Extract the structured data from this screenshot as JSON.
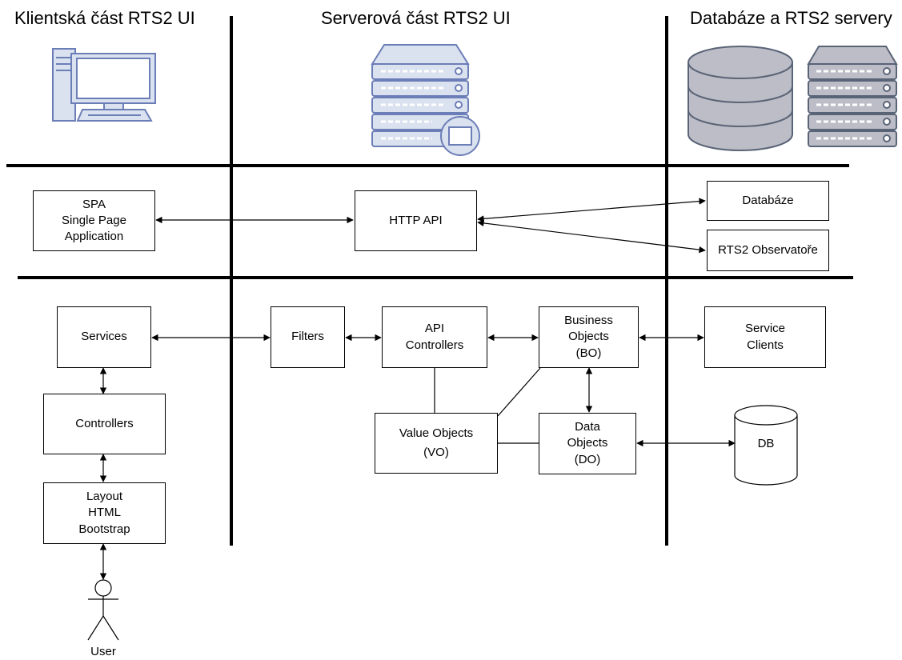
{
  "columns": {
    "client": "Klientská část RTS2 UI",
    "server": "Serverová část RTS2 UI",
    "db": "Databáze a RTS2 servery"
  },
  "boxes": {
    "spa": "SPA\nSingle Page\nApplication",
    "http_api": "HTTP API",
    "databaze": "Databáze",
    "observatore": "RTS2 Observatoře",
    "services": "Services",
    "controllers": "Controllers",
    "layout": "Layout\nHTML\nBootstrap",
    "filters": "Filters",
    "api_controllers": "API\nControllers",
    "business_objects": "Business\nObjects\n(BO)",
    "service_clients": "Service\nClients",
    "value_objects": "Value Objects\n(VO)",
    "data_objects": "Data\nObjects\n(DO)",
    "db": "DB",
    "user": "User"
  },
  "icons": {
    "client": "desktop-computer-icon",
    "server": "web-server-icon",
    "database": "database-icon",
    "servers": "server-rack-icon"
  },
  "colors": {
    "icon_fill": "#dae1ef",
    "icon_stroke": "#6c7eb7",
    "icon_fill_gray": "#bcbdc6",
    "icon_stroke_gray": "#5a6477"
  }
}
